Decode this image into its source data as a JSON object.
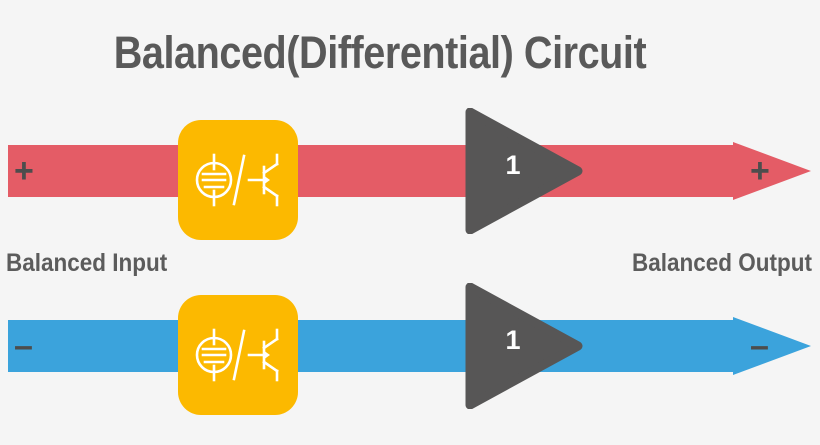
{
  "title": "Balanced(Differential) Circuit",
  "background_color": "#f5f5f5",
  "labels": {
    "input": "Balanced Input",
    "output": "Balanced Output"
  },
  "colors": {
    "positive_signal": "#e45c66",
    "negative_signal": "#3ba3dc",
    "device_block": "#fcb900",
    "amplifier": "#575656",
    "title_text": "#595959",
    "label_text": "#5c5c5c",
    "polarity_text": "#4d4d4d",
    "gain_text": "#ffffff"
  },
  "signals": [
    {
      "id": "positive",
      "polarity_in": "+",
      "polarity_out": "+",
      "color": "#e45c66",
      "device": {
        "icon": "tube-transistor-icon",
        "label": ""
      },
      "amplifier": {
        "gain": "1",
        "icon": "amplifier-triangle-icon"
      },
      "arrow": {
        "icon": "arrow-right-icon"
      }
    },
    {
      "id": "negative",
      "polarity_in": "–",
      "polarity_out": "–",
      "color": "#3ba3dc",
      "device": {
        "icon": "tube-transistor-icon",
        "label": ""
      },
      "amplifier": {
        "gain": "1",
        "icon": "amplifier-triangle-icon"
      },
      "arrow": {
        "icon": "arrow-right-icon"
      }
    }
  ]
}
